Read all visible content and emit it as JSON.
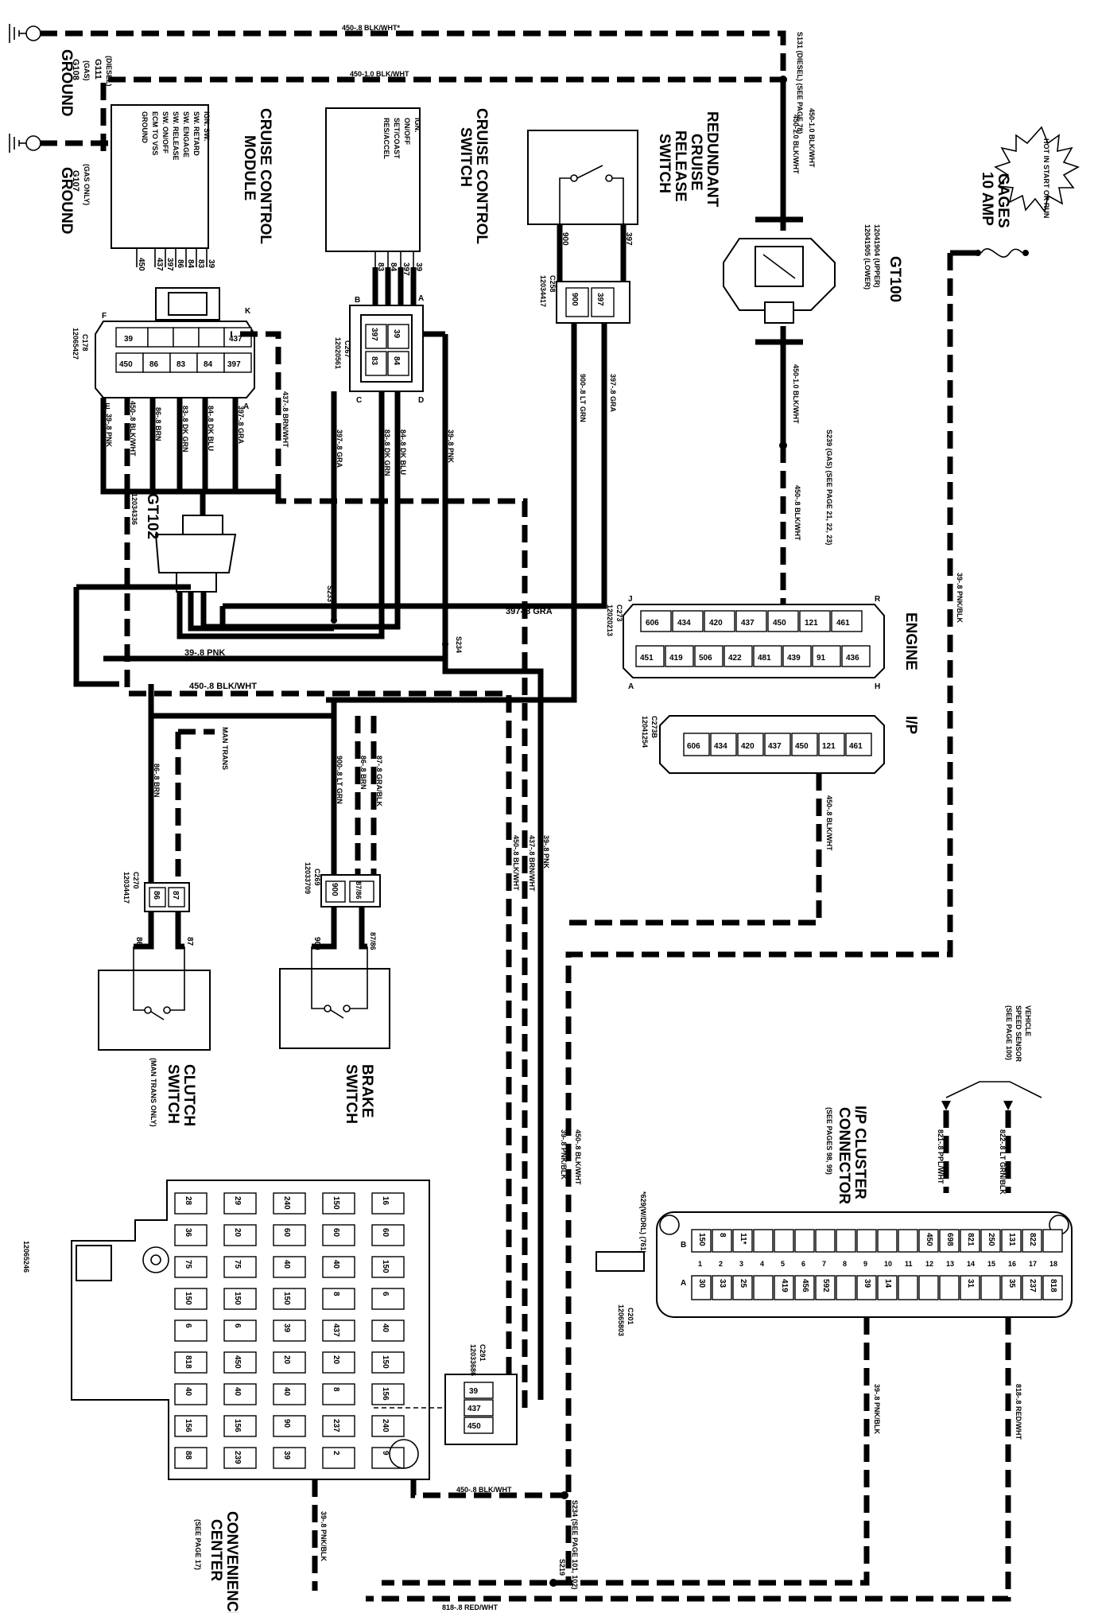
{
  "components": {
    "ground_g108": {
      "title": "GROUND",
      "lines": [
        "G108",
        "(GAS)",
        "G111",
        "(DIESEL)"
      ]
    },
    "ground_g107": {
      "title": "GROUND",
      "lines": [
        "G107",
        "(GAS ONLY)"
      ]
    },
    "cruise_module": {
      "title": [
        "CRUISE CONTROL",
        "MODULE"
      ],
      "pins": [
        "IGN. SW.",
        "SW. RETARD",
        "SW. ENGAGE",
        "SW. RELEASE",
        "SW. ON/OFF",
        "ECM TO VSS",
        "GROUND"
      ],
      "circuits": [
        "39",
        "83",
        "84",
        "86",
        "397",
        "437",
        "450"
      ]
    },
    "cruise_switch": {
      "title": [
        "CRUISE CONTROL",
        "SWITCH"
      ],
      "pins": [
        "IGN.",
        "ON/OFF",
        "SET/COAST",
        "RES/ACCEL"
      ],
      "circuits": [
        "39",
        "397",
        "84",
        "83"
      ]
    },
    "redundant_switch": {
      "title": [
        "REDUNDANT",
        "CRUISE",
        "RELEASE",
        "SWITCH"
      ],
      "circuits": [
        "397",
        "900"
      ]
    },
    "gages_fuse": {
      "title": [
        "GAGES",
        "10 AMP"
      ],
      "note": "HOT IN START OR RUN"
    },
    "gt100": {
      "title": "GT100",
      "lines": [
        "12041904 (UPPER)",
        "12041905 (LOWER)"
      ]
    },
    "gt102": {
      "title": "GT102",
      "part": "12034336"
    },
    "c178": {
      "name": "C178",
      "part": "12065427",
      "top": [
        "39",
        "437"
      ],
      "bottom": [
        "450",
        "86",
        "83",
        "84",
        "397"
      ],
      "ends": [
        "F",
        "K",
        "E",
        "A"
      ]
    },
    "c267": {
      "name": "C267",
      "part": "12020561",
      "cells": [
        "397",
        "39",
        "83",
        "84"
      ],
      "ends": [
        "B",
        "A",
        "C",
        "D"
      ]
    },
    "c258": {
      "name": "C258",
      "part": "12034417",
      "cells": [
        "900",
        "397"
      ]
    },
    "engine": {
      "title": "ENGINE",
      "name": "C273",
      "part": "12020213",
      "top": [
        "606",
        "434",
        "420",
        "437",
        "450",
        "121",
        "461"
      ],
      "bottom": [
        "451",
        "419",
        "506",
        "422",
        "481",
        "439",
        "91",
        "436"
      ],
      "ends": [
        "J",
        "R",
        "A",
        "H"
      ]
    },
    "ip": {
      "title": "I/P",
      "name": "C273B",
      "part": "12041254",
      "cells": [
        "606",
        "434",
        "420",
        "437",
        "450",
        "121",
        "461"
      ]
    },
    "c270": {
      "name": "C270",
      "part": "12034417",
      "cells": [
        "86",
        "87"
      ]
    },
    "c269": {
      "name": "C269",
      "part": "12033709",
      "cells": [
        "900",
        "87/86"
      ]
    },
    "clutch": {
      "title": [
        "CLUTCH",
        "SWITCH"
      ],
      "sub": "(MAN TRANS ONLY)",
      "circuits": [
        "86",
        "87"
      ]
    },
    "brake": {
      "title": [
        "BRAKE",
        "SWITCH"
      ],
      "circuits": [
        "900",
        "87/86"
      ]
    },
    "cluster": {
      "title": [
        "I/P CLUSTER",
        "CONNECTOR"
      ],
      "sub": "(SEE PAGES 98, 99)",
      "name": "C201",
      "part": "12065803",
      "row_b": [
        "150",
        "8",
        "11*",
        "",
        "",
        "",
        "",
        "",
        "",
        "",
        "",
        "450",
        "698",
        "821",
        "250",
        "131",
        "822",
        ""
      ],
      "row_nums": [
        "1",
        "2",
        "3",
        "4",
        "5",
        "6",
        "7",
        "8",
        "9",
        "10",
        "11",
        "12",
        "13",
        "14",
        "15",
        "16",
        "17",
        "18"
      ],
      "row_a": [
        "30",
        "33",
        "25",
        "",
        "419",
        "456",
        "592",
        "",
        "39",
        "14",
        "",
        "",
        "",
        "31",
        "",
        "35",
        "237",
        "818"
      ],
      "drl": "*629(W/DRL) (761)"
    },
    "vss": {
      "title": [
        "VEHICLE",
        "SPEED SENSOR",
        "(SEE PAGE 100)"
      ]
    },
    "convenience": {
      "title": [
        "CONVENIENCE",
        "CENTER"
      ],
      "sub": "(SEE PAGE 17)",
      "part": "12065246"
    },
    "c291": {
      "name": "C291",
      "part": "12033686",
      "cells": [
        "39",
        "437",
        "450"
      ]
    },
    "fuse_labels": [
      "28",
      "29",
      "240",
      "150",
      "16",
      "36",
      "20",
      "60",
      "60",
      "60",
      "75",
      "75",
      "40",
      "40",
      "150",
      "150",
      "150",
      "150",
      "8",
      "6",
      "6",
      "6",
      "39",
      "437",
      "40",
      "818",
      "450",
      "20",
      "20",
      "150",
      "40",
      "40",
      "40",
      "8",
      "156",
      "156",
      "156",
      "90",
      "237",
      "240",
      "88",
      "239",
      "39",
      "2",
      "9"
    ]
  },
  "wires": {
    "top_450_diesel": "450-.8 BLK/WHT*",
    "top_450_gas": "450-1.0 BLK/WHT",
    "s131": "S131 (DIESEL) (SEE PAGE 78)",
    "v450_1": "450-1.0 BLK/WHT",
    "v450_2": "450-1.0 BLK/WHT",
    "v450_3": "450-1.0 BLK/WHT",
    "s239": "S239 (GAS) (SEE PAGE 21, 22, 23)",
    "v450_8": "450-.8 BLK/WHT",
    "w39_pnkblk": "39-.8 PNK/BLK",
    "w437": "437-.8 BRN/WHT",
    "w39_pnk": "39-.8 PNK",
    "w450_bw": "450-.8 BLK/WHT",
    "w86": "86-.8 BRN",
    "w83": "83-.8 DK GRN",
    "w84": "84-.8 DK BLU",
    "w397": "397-.8 GRA",
    "w397_b": "397-.8 GRA",
    "w83_b": "83-.8 DK GRN",
    "w84_b": "84-.8 DK BLU",
    "w39_b": "39-.8 PNK",
    "w900": "900-.8 LT GRN",
    "w397_c": "397-.8 GRA",
    "s233": "S233",
    "s234": "S234",
    "h397": "397-.8 GRA",
    "h39": "39-.8 PNK",
    "h450": "450-.8 BLK/WHT",
    "man_trans": "MAN TRANS",
    "w86_b": "86-.8 BRN",
    "w900_b": "900-.8 LT GRN",
    "w86_c": "86-.8 BRN",
    "w87": "87-.8 GRA/BLK",
    "w39_c": "39-.8 PNK",
    "w437_b": "437-.8 BRN/WHT",
    "w450_c": "450-.8 BLK/WHT",
    "ip_450": "450-.8 BLK/WHT",
    "w450_d": "450-.8 BLK/WHT",
    "w39_d": "39-.8 PNK/BLK",
    "w821": "821-.8 PPL/WHT",
    "w822": "822-.8 LT GRN/BLK",
    "w39_e": "39-.8 PNK/BLK",
    "w818": "818-.8 RED/WHT",
    "b450": "450-.8 BLK/WHT",
    "s234_b": "S234 (SEE PAGE 101, 102)",
    "s219": "S219",
    "w39_f": "39-.8 PNK/BLK",
    "bottom_818": "818-.8 RED/WHT"
  }
}
